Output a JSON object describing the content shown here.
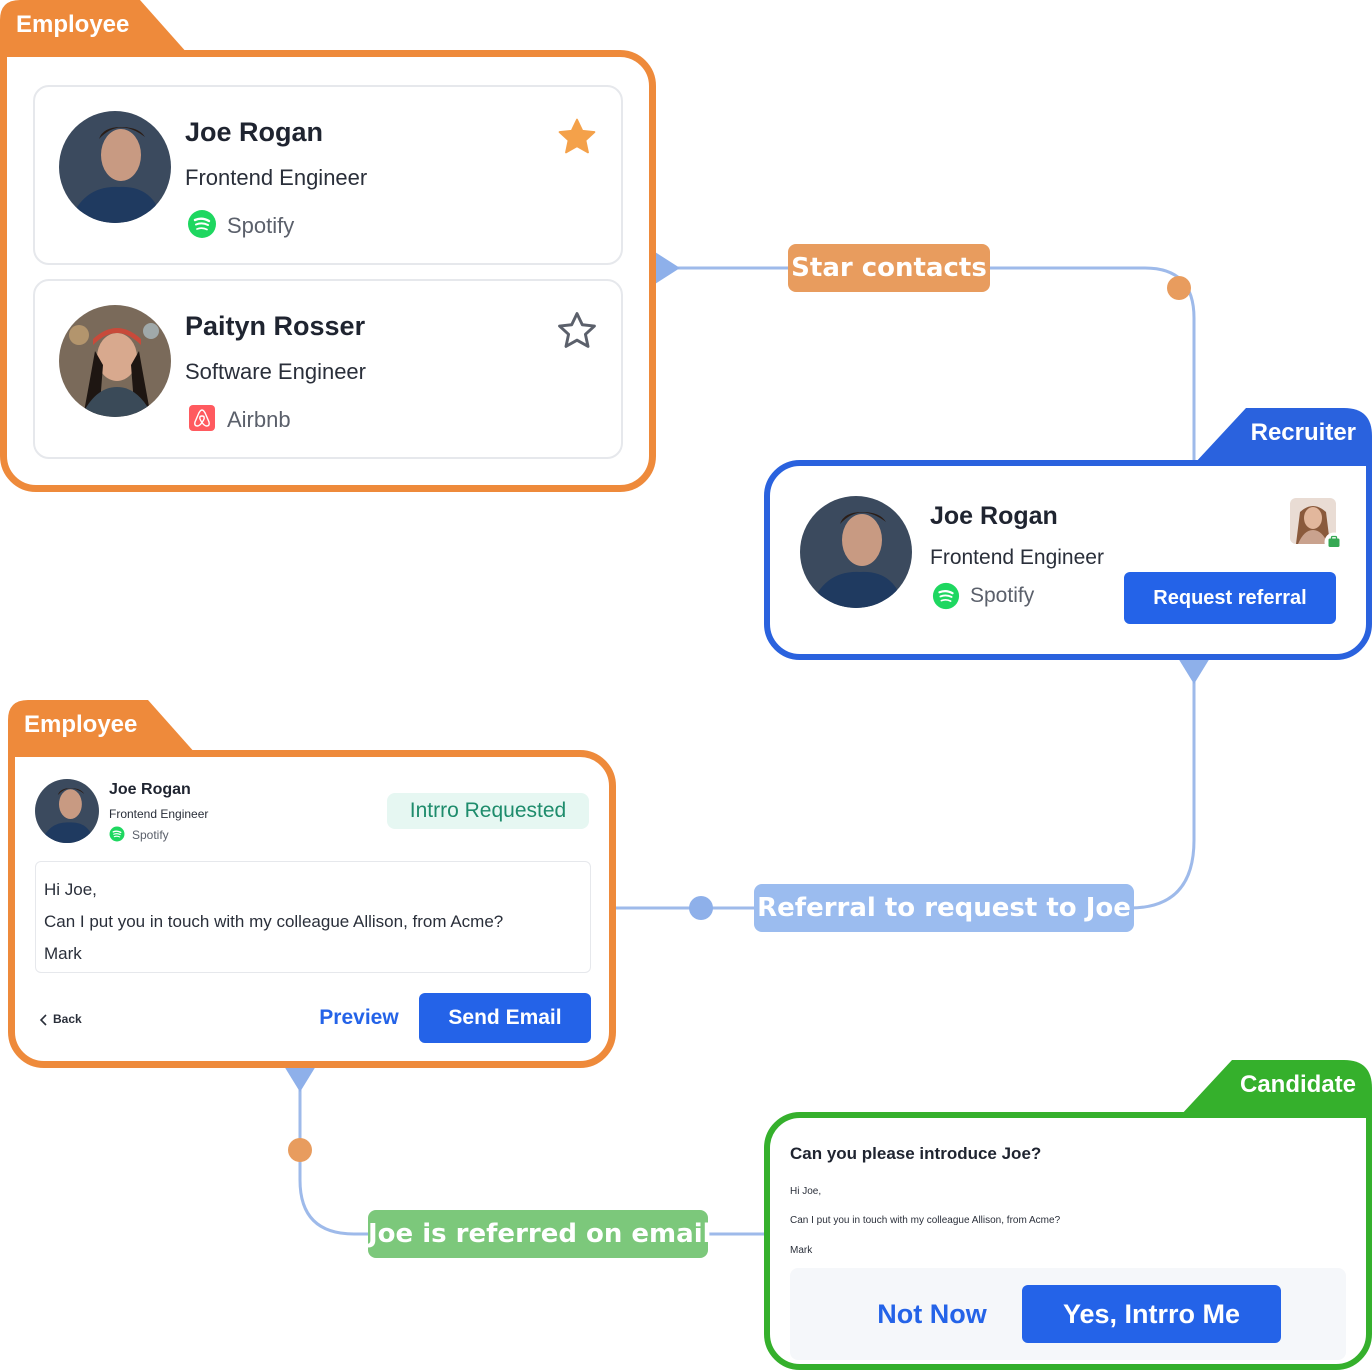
{
  "colors": {
    "employee": "#ee8a3b",
    "recruiter": "#2a62de",
    "candidate": "#35b02c",
    "primary_button": "#2463e8",
    "connector": "#9ebaea",
    "dot_orange": "#e89c5e",
    "dot_blue": "#8eb0ea"
  },
  "panel1": {
    "tab": "Employee",
    "contacts": [
      {
        "name": "Joe Rogan",
        "role": "Frontend Engineer",
        "company": "Spotify",
        "company_icon": "spotify-icon",
        "starred": true
      },
      {
        "name": "Paityn Rosser",
        "role": "Software Engineer",
        "company": "Airbnb",
        "company_icon": "airbnb-icon",
        "starred": false
      }
    ]
  },
  "labels": {
    "star_contacts": "Star contacts",
    "referral_request": "Referral to request to Joe",
    "referred_email": "Joe is referred on email"
  },
  "recruiter": {
    "tab": "Recruiter",
    "name": "Joe Rogan",
    "role": "Frontend Engineer",
    "company": "Spotify",
    "button": "Request referral"
  },
  "panel2": {
    "tab": "Employee",
    "name": "Joe Rogan",
    "role": "Frontend Engineer",
    "company": "Spotify",
    "status": "Intrro Requested",
    "message": [
      "Hi Joe,",
      "Can I put you in touch with my colleague Allison, from Acme?",
      "Mark"
    ],
    "back": "Back",
    "preview": "Preview",
    "send": "Send Email"
  },
  "candidate": {
    "tab": "Candidate",
    "title": "Can you please introduce Joe?",
    "message": [
      "Hi Joe,",
      "Can I put you in touch with my colleague Allison, from Acme?",
      "Mark"
    ],
    "decline": "Not Now",
    "accept": "Yes, Intrro Me"
  }
}
